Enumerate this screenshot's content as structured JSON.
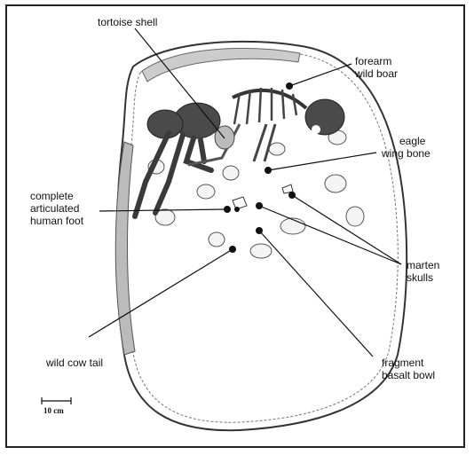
{
  "labels": {
    "tortoise": "tortoise shell",
    "forearm_line1": "forearm",
    "forearm_line2": "wild boar",
    "eagle_line1": "eagle",
    "eagle_line2": "wing bone",
    "foot_line1": "complete",
    "foot_line2": "articulated",
    "foot_line3": "human foot",
    "marten_line1": "marten",
    "marten_line2": "skulls",
    "cow": "wild cow tail",
    "basalt_line1": "fragment",
    "basalt_line2": "basalt bowl"
  },
  "scale_bar": {
    "label": "10 cm"
  },
  "colors": {
    "ink": "#111111",
    "skeleton": "#4a4a4a",
    "bone": "#d8d8d8",
    "frame": "#222222"
  }
}
